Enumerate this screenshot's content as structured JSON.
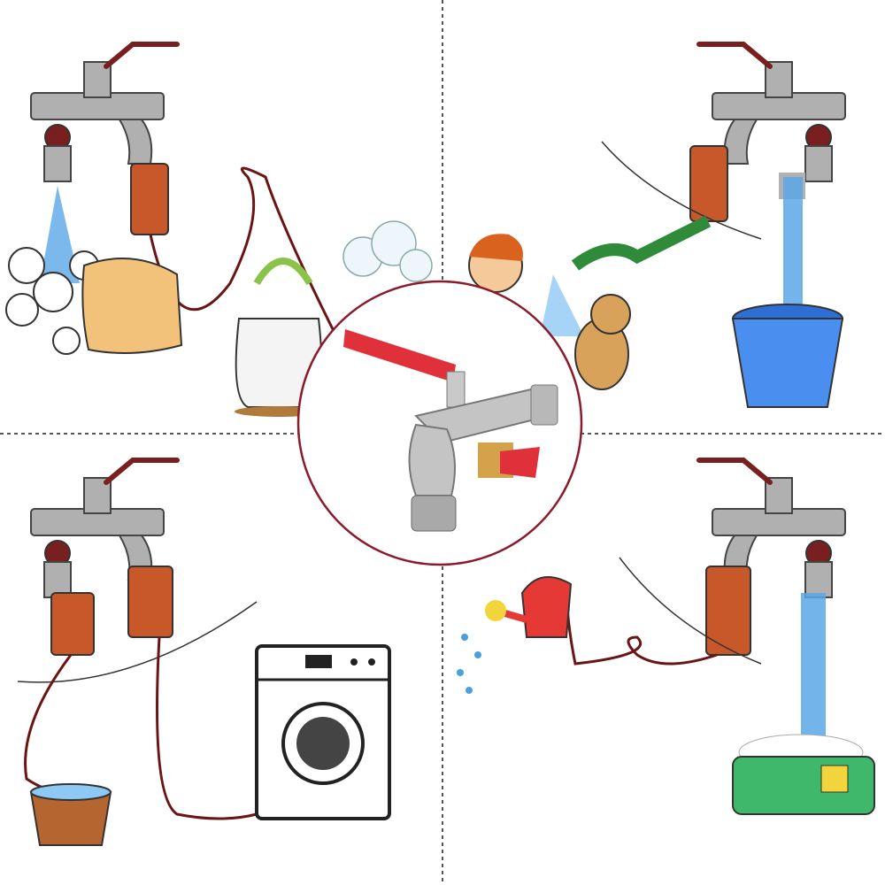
{
  "colors": {
    "faucet_gray": "#a9a9a9",
    "handle_maroon": "#7a1f1f",
    "connector_orange": "#c8582a",
    "hose_maroon": "#6b1414",
    "hose_green": "#2f8a3a",
    "water_blue": "#5aa8e8",
    "divider": "#555555",
    "center_ring": "#8b1a2a",
    "lever_red": "#e0313a"
  },
  "panels": [
    {
      "scene": "hand-washing"
    },
    {
      "scene": "garden-hose-dog"
    },
    {
      "scene": "washing-machine"
    },
    {
      "scene": "watering-can-bath"
    }
  ]
}
